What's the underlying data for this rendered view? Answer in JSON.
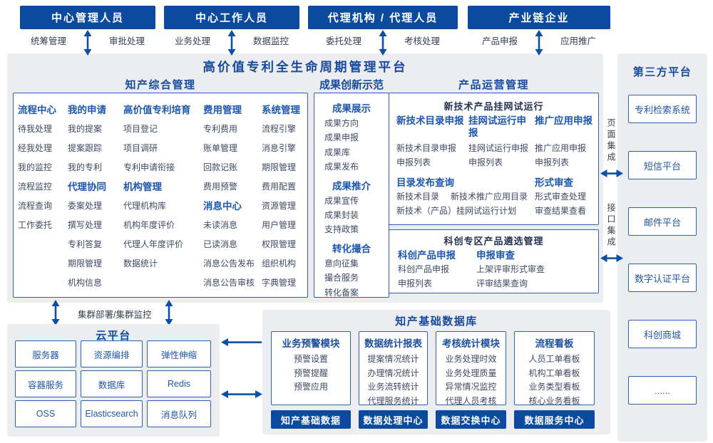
{
  "actors": [
    {
      "title": "中心管理人员",
      "left": "统筹管理",
      "right": "审批处理"
    },
    {
      "title": "中心工作人员",
      "left": "业务处理",
      "right": "数据监控"
    },
    {
      "title": "代理机构 / 代理人员",
      "left": "委托处理",
      "right": "考核处理"
    },
    {
      "title": "产业链企业",
      "left": "产品申报",
      "right": "应用推广"
    }
  ],
  "platform_title": "高价值专利全生命周期管理平台",
  "ip_mgmt": {
    "title": "知产综合管理",
    "columns": [
      {
        "groups": [
          {
            "header": "流程中心",
            "items": [
              "待我处理",
              "经我处理",
              "我的监控",
              "流程监控",
              "流程查询",
              "工作委托"
            ]
          }
        ]
      },
      {
        "groups": [
          {
            "header": "我的申请",
            "items": [
              "我的提案",
              "提案跟踪",
              "我的专利"
            ]
          },
          {
            "header": "代理协同",
            "items": [
              "委案处理",
              "撰写处理",
              "专利答复",
              "期限管理",
              "机构信息"
            ]
          }
        ]
      },
      {
        "groups": [
          {
            "header": "高价值专利培育",
            "items": [
              "项目登记",
              "项目调研",
              "专利申请衔接"
            ]
          },
          {
            "header": "机构管理",
            "items": [
              "代理机构库",
              "机构年度评价",
              "代理人年度评价",
              "数据统计"
            ]
          }
        ]
      },
      {
        "groups": [
          {
            "header": "费用管理",
            "items": [
              "专利费用",
              "账单管理",
              "回款记账",
              "费用预警"
            ]
          },
          {
            "header": "消息中心",
            "items": [
              "未读消息",
              "已读消息",
              "消息公告发布",
              "消息公告审核"
            ]
          }
        ]
      },
      {
        "groups": [
          {
            "header": "系统管理",
            "items": [
              "流程引擎",
              "消息引擎",
              "期限管理",
              "费用配置",
              "资源管理",
              "用户管理",
              "权限管理",
              "组织机构",
              "字典管理"
            ]
          }
        ]
      }
    ]
  },
  "demo": {
    "title": "成果创新示范",
    "groups": [
      {
        "header": "成果展示",
        "items": [
          "成果方向",
          "成果申报",
          "成果库",
          "成果发布"
        ]
      },
      {
        "header": "成果推介",
        "items": [
          "成果宣传",
          "成果封装",
          "支持政策"
        ]
      },
      {
        "header": "转化撮合",
        "items": [
          "意向征集",
          "撮合服务",
          "转化备案"
        ]
      }
    ]
  },
  "product_ops": {
    "title": "产品运营管理",
    "trial": {
      "title": "新技术产品挂网试运行",
      "columns": [
        {
          "header": "新技术目录申报",
          "items": [
            "新技术目录申报",
            "申报列表"
          ]
        },
        {
          "header": "挂网试运行申报",
          "items": [
            "挂网试运行申报",
            "申报列表"
          ]
        },
        {
          "header": "推广应用申报",
          "items": [
            "推广应用申报",
            "申报列表"
          ]
        }
      ],
      "catalog": {
        "header": "目录发布查询",
        "items": [
          "新技术目录",
          "新技术推广应用目录",
          "新技术（产品）挂网试运行计划"
        ]
      },
      "review": {
        "header": "形式审查",
        "items": [
          "形式审查处理",
          "审查结果查看"
        ]
      }
    },
    "selection": {
      "title": "科创专区产品遴选管理",
      "columns": [
        {
          "header": "科创产品申报",
          "items": [
            "科创产品申报",
            "申报列表"
          ]
        },
        {
          "header": "申报审查",
          "items": [
            "上架评审形式审查",
            "评审结果查询"
          ]
        }
      ]
    }
  },
  "third_party": {
    "title": "第三方平台",
    "items": [
      "专利检索系统",
      "短信平台",
      "邮件平台",
      "数字认证平台",
      "科创商城",
      "......"
    ]
  },
  "connectors": {
    "page_integration": "页面集成",
    "api_integration": "接口集成",
    "cluster": "集群部署/集群监控"
  },
  "cloud": {
    "title": "云平台",
    "items": [
      "服务器",
      "资源编排",
      "弹性伸缩",
      "容器服务",
      "数据库",
      "Redis",
      "OSS",
      "Elasticsearch",
      "消息队列"
    ]
  },
  "database": {
    "title": "知产基础数据库",
    "modules": [
      {
        "header": "业务预警模块",
        "items": [
          "预警设置",
          "预警提醒",
          "预警应用"
        ]
      },
      {
        "header": "数据统计报表",
        "items": [
          "提案情况统计",
          "办理情况统计",
          "业务流转统计",
          "代理服务统计"
        ]
      },
      {
        "header": "考核统计模块",
        "items": [
          "业务处理时效",
          "业务处理质量",
          "异常情况监控",
          "代理人员考核"
        ]
      },
      {
        "header": "流程看板",
        "items": [
          "人员工单看板",
          "机构工单看板",
          "业务类型看板",
          "核心业务看板"
        ]
      }
    ],
    "bars": [
      "知产基础数据",
      "数据处理中心",
      "数据交换中心",
      "数据服务中心"
    ]
  },
  "colors": {
    "primary": "#0b4a9e",
    "header_blue": "#1d57b0",
    "panel": "#ebedf1",
    "border": "#2e62ae"
  }
}
